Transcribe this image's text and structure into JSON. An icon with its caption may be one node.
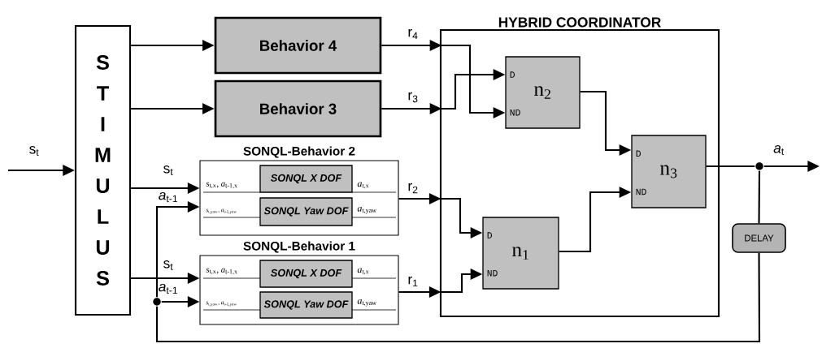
{
  "diagram": {
    "nodes": [
      {
        "text": [
          "S T I M U L U S"
        ]
      },
      {
        "text": [
          "Behavior 4"
        ]
      },
      {
        "text": [
          "Behavior 3"
        ]
      },
      {
        "text": [
          "SONQL-Behavior 2"
        ]
      },
      {
        "text": [
          "SONQL X DOF"
        ],
        "in": 3
      },
      {
        "text": [
          "SONQL Yaw DOF"
        ],
        "in": 3
      },
      {
        "text": [
          "SONQL-Behavior 1"
        ]
      },
      {
        "text": [
          "SONQL X DOF"
        ],
        "in": 6
      },
      {
        "text": [
          "SONQL Yaw DOF"
        ],
        "in": 6
      },
      {
        "text": [
          "HYBRID COORDINATOR"
        ]
      },
      {
        "text": [
          "D",
          "n$_{2}$",
          "ND"
        ],
        "in": 9
      },
      {
        "text": [
          "D",
          "n$_{3}$",
          "ND"
        ],
        "in": 9
      },
      {
        "text": [
          "D",
          "n$_{1}$",
          "ND"
        ],
        "in": 9
      },
      {
        "text": [
          "DELAY"
        ]
      },
      {
        "text": [],
        "shape": "circle"
      },
      {
        "text": [],
        "shape": "circle"
      }
    ],
    "edges": [
      {
        "from": null,
        "to": 0,
        "arrow": "to",
        "label": "s$_{t}$"
      },
      {
        "from": 0,
        "to": 1,
        "arrow": "to"
      },
      {
        "from": 0,
        "to": 2,
        "arrow": "to"
      },
      {
        "from": 0,
        "to": 3,
        "arrow": "to",
        "label": "s$_{t}$"
      },
      {
        "from": 0,
        "to": 6,
        "arrow": "to",
        "label": "s$_{t}$"
      },
      {
        "from": 1,
        "to": 10,
        "arrow": "to",
        "label": "r$_{4}$"
      },
      {
        "from": 2,
        "to": 10,
        "arrow": "to",
        "label": "r$_{3}$"
      },
      {
        "from": 3,
        "to": 12,
        "arrow": "to",
        "label": "r$_{2}$"
      },
      {
        "from": 6,
        "to": 12,
        "arrow": "to",
        "label": "r$_{1}$"
      },
      {
        "from": 10,
        "to": 11,
        "arrow": "to"
      },
      {
        "from": 12,
        "to": 11,
        "arrow": "to"
      },
      {
        "from": 11,
        "to": 14,
        "arrow": "none"
      },
      {
        "from": 14,
        "to": null,
        "arrow": "to",
        "label": "*a*$_{t}$"
      },
      {
        "from": 14,
        "to": 13,
        "arrow": "none"
      },
      {
        "from": 13,
        "to": 15,
        "arrow": "none"
      },
      {
        "from": 15,
        "to": 6,
        "arrow": "to",
        "label": "*a*$_{t-1}$"
      },
      {
        "from": 15,
        "to": 3,
        "arrow": "to",
        "label": "*a*$_{t-1}$"
      }
    ],
    "labels": [
      "*s*$_{t,x}$, *a*$_{t-1,x}$",
      "*a*$_{t,x}$",
      "*s*$_{t,yaw}$, *a*$_{t-1,yaw}$",
      "*a*$_{t,yaw}$",
      "*s*$_{t,x}$, *a*$_{t-1,x}$",
      "*a*$_{t,x}$",
      "*s*$_{t,yaw}$, *a*$_{t-1,yaw}$",
      "*a*$_{t,yaw}$"
    ]
  }
}
